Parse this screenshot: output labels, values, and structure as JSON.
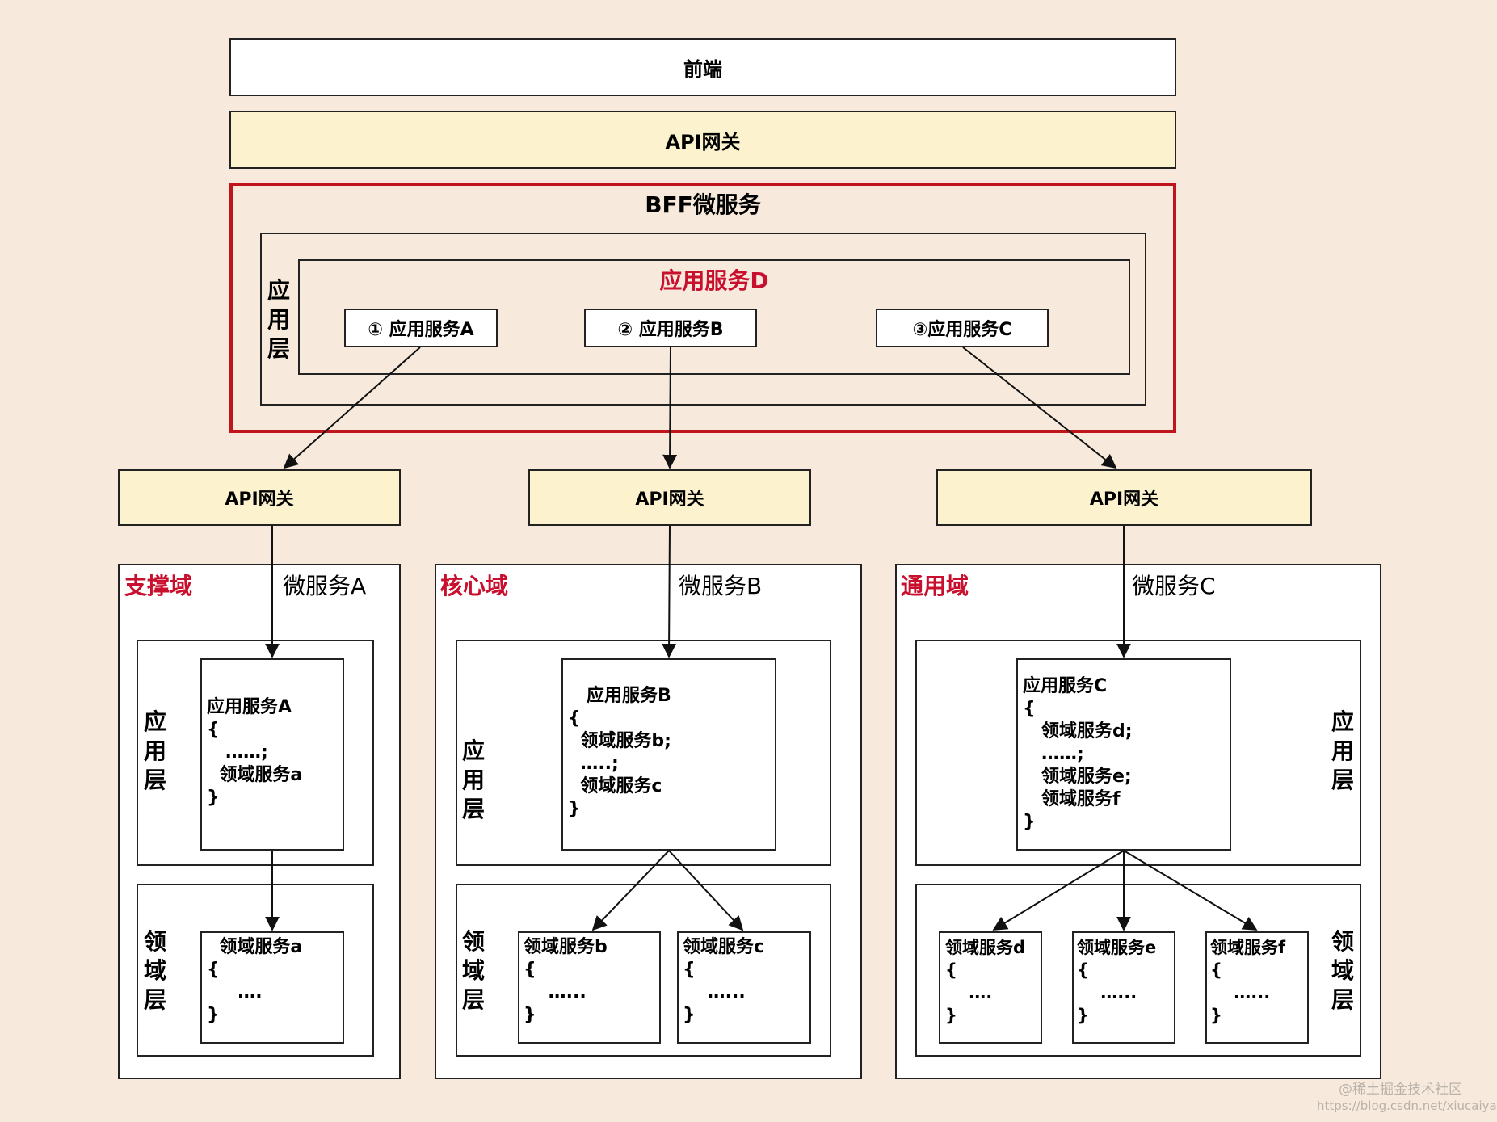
{
  "frontend": "前端",
  "gateway_top": "API网关",
  "bff": {
    "title": "BFF微服务",
    "layer": "应\n用\n层",
    "service_d": "应用服务D",
    "svc_a": "① 应用服务A",
    "svc_b": "② 应用服务B",
    "svc_c": "③应用服务C"
  },
  "gateways": [
    "API网关",
    "API网关",
    "API网关"
  ],
  "domains": [
    {
      "domain": "支撑域",
      "micro": "微服务A",
      "app_layer": "应\n用\n层",
      "domain_layer": "领\n域\n层",
      "app_code": "应用服务A\n{\n   ……;\n  领域服务a\n}",
      "domain_services": [
        "  领域服务a\n{\n     ….\n}"
      ]
    },
    {
      "domain": "核心域",
      "micro": "微服务B",
      "app_layer": "应\n用\n层",
      "domain_layer": "领\n域\n层",
      "app_code": "   应用服务B\n{\n  领域服务b;\n  …..;\n  领域服务c\n}",
      "domain_services": [
        "领域服务b\n{\n    …...\n}",
        "领域服务c\n{\n    …...\n}"
      ]
    },
    {
      "domain": "通用域",
      "micro": "微服务C",
      "app_layer": "应\n用\n层",
      "domain_layer": "领\n域\n层",
      "app_code": "应用服务C\n{\n   领域服务d;\n   ……;\n   领域服务e;\n   领域服务f\n}",
      "domain_services": [
        "领域服务d\n{\n    ….\n}",
        "领域服务e\n{\n    …...\n}",
        "领域服务f\n{\n    …...\n}"
      ]
    }
  ],
  "watermark": {
    "line1": "@稀土掘金技术社区",
    "line2": "https://blog.csdn.net/xiucaiyao"
  }
}
